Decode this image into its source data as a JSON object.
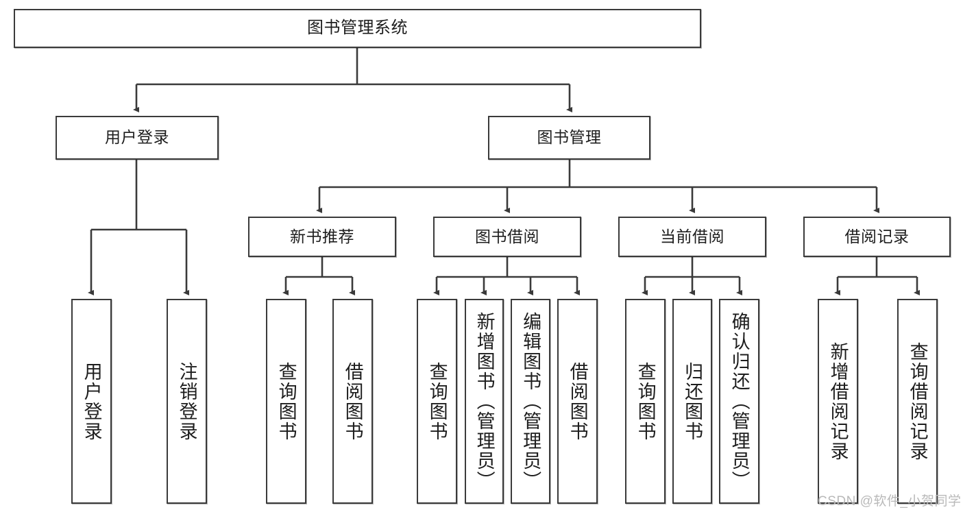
{
  "diagram": {
    "title_node": {
      "label": "图书管理系统"
    },
    "level2": [
      {
        "label": "用户登录"
      },
      {
        "label": "图书管理"
      }
    ],
    "level3": [
      {
        "label": "新书推荐"
      },
      {
        "label": "图书借阅"
      },
      {
        "label": "当前借阅"
      },
      {
        "label": "借阅记录"
      }
    ],
    "leaves": [
      {
        "label": "用户登录"
      },
      {
        "label": "注销登录"
      },
      {
        "label": "查询图书"
      },
      {
        "label": "借阅图书"
      },
      {
        "label": "查询图书"
      },
      {
        "label": "新增图书（管理员）"
      },
      {
        "label": "编辑图书（管理员）"
      },
      {
        "label": "借阅图书"
      },
      {
        "label": "查询图书"
      },
      {
        "label": "归还图书"
      },
      {
        "label": "确认归还（管理员）"
      },
      {
        "label": "新增借阅记录"
      },
      {
        "label": "查询借阅记录"
      }
    ],
    "watermark": "CSDN @软件_小贺同学",
    "colors": {
      "stroke": "#3a3a3a",
      "text": "#1d1d1d",
      "background": "#ffffff",
      "watermark": "#b9b9b9"
    }
  }
}
